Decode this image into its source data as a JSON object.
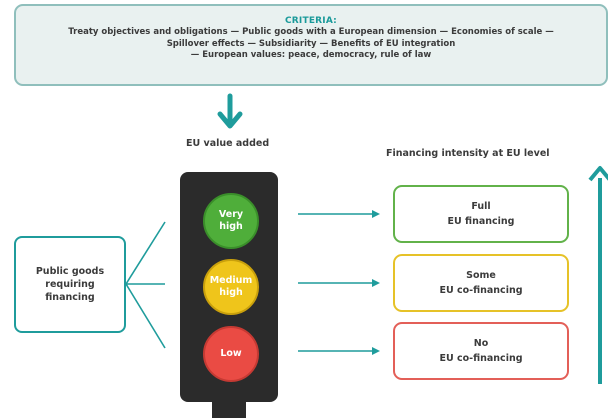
{
  "criteria": {
    "title": "CRITERIA:",
    "lines": [
      "Treaty objectives and obligations — Public goods with a European dimension — Economies of scale —",
      "Spillover effects — Subsidiarity — Benefits of EU integration",
      "— European values: peace, democracy, rule of law"
    ]
  },
  "eu_value_added_label": "EU value added",
  "financing_intensity_label": "Financing intensity at EU level",
  "public_goods_label": "Public goods\nrequiring\nfinancing",
  "lights": [
    {
      "label": "Very\nhigh",
      "color": "#4fae3a"
    },
    {
      "label": "Medium\nhigh",
      "color": "#efc51b"
    },
    {
      "label": "Low",
      "color": "#ea4b44"
    }
  ],
  "outcomes": [
    {
      "label": "Full\nEU financing",
      "color": "#62b24a"
    },
    {
      "label": "Some\nEU co-financing",
      "color": "#e6c228"
    },
    {
      "label": "No\nEU co-financing",
      "color": "#e35f58"
    }
  ],
  "colors": {
    "teal": "#1f9c9c",
    "traffic_light_body": "#2b2b2b",
    "criteria_background": "#e9f1f0"
  }
}
